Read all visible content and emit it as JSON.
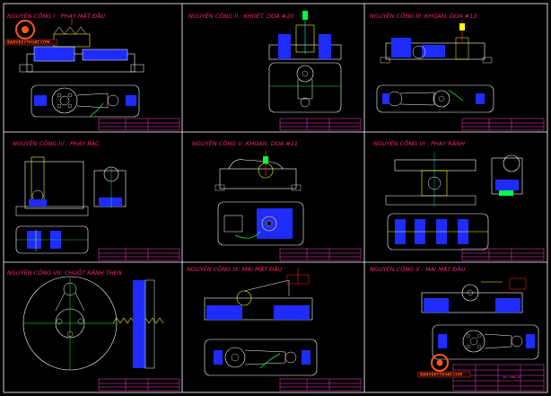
{
  "logo": {
    "text": "BANVEKYTHUAT.COM"
  },
  "title_block": {
    "label": "GIA CONG CO"
  },
  "colors": {
    "background": "#000000",
    "frame": "#ffffff",
    "caption": "#ff1f7a",
    "outline": "#ffffff",
    "part_blue": "#1e2cff",
    "yellow": "#ffff00",
    "green": "#00ff44",
    "cyan": "#00ffff",
    "red": "#ff2020",
    "magenta": "#ff3fd0"
  },
  "panels": [
    {
      "id": "op1",
      "title": "NGUYÊN CÔNG I : PHAY MẶT ĐẦU"
    },
    {
      "id": "op2",
      "title": "NGUYÊN CÔNG II : KHOÉT, DOA #20"
    },
    {
      "id": "op3",
      "title": "NGUYÊN CÔNG III :KHOAN, DOA #13"
    },
    {
      "id": "op4",
      "title": "NGUYÊN CÔNG IV : PHAY BẬC"
    },
    {
      "id": "op5",
      "title": "NGUYÊN CÔNG V :KHOAN, DOA #11"
    },
    {
      "id": "op6",
      "title": "NGUYÊN CÔNG VI : PHAY RÃNH"
    },
    {
      "id": "op7",
      "title": "NGUYÊN CÔNG VII: CHUỐT RÃNH THEN"
    },
    {
      "id": "op8",
      "title": "NGUYÊN CÔNG IX: MÀI MẶT ĐẦU"
    },
    {
      "id": "op9",
      "title": "NGUYÊN CÔNG X : MÀI MẶT ĐẦU"
    }
  ]
}
